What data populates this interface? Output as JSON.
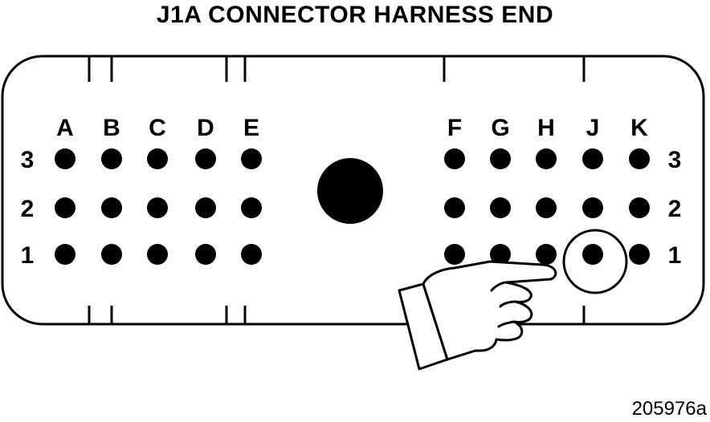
{
  "title": "J1A CONNECTOR HARNESS END",
  "reference_code": "205976a",
  "left_columns": [
    "A",
    "B",
    "C",
    "D",
    "E"
  ],
  "right_columns": [
    "F",
    "G",
    "H",
    "J",
    "K"
  ],
  "row_labels": [
    "3",
    "2",
    "1"
  ],
  "highlighted_pin": {
    "column": "J",
    "row": "1"
  },
  "icons": [
    "pointing-hand-icon",
    "highlight-circle-icon"
  ],
  "colors": {
    "ink": "#000000",
    "background": "#ffffff"
  }
}
